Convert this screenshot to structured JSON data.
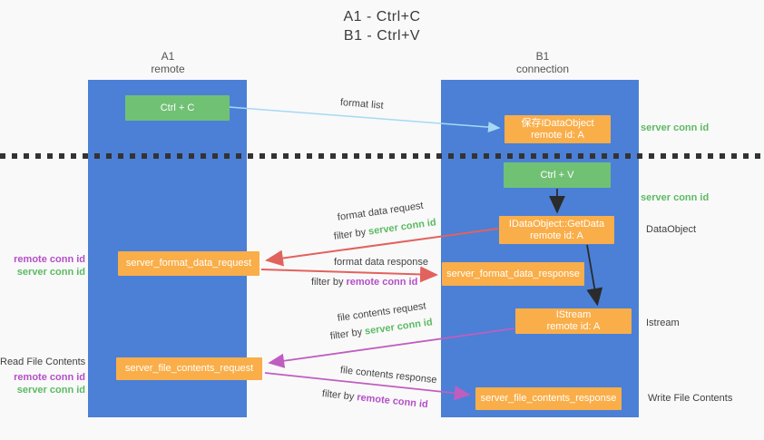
{
  "title": {
    "line1": "A1 - Ctrl+C",
    "line2": "B1 - Ctrl+V"
  },
  "lanes": {
    "a": {
      "name": "A1",
      "role": "remote"
    },
    "b": {
      "name": "B1",
      "role": "connection"
    }
  },
  "nodes": {
    "ctrl_c": "Ctrl + C",
    "ctrl_v": "Ctrl + V",
    "save_dataobject": {
      "line1": "保存IDataObject",
      "line2": "remote id: A"
    },
    "getdata": {
      "line1": "IDataObject::GetData",
      "line2": "remote id: A"
    },
    "istream": {
      "line1": "IStream",
      "line2": "remote id: A"
    },
    "format_request": "server_format_data_request",
    "format_response": "server_format_data_response",
    "file_request": "server_file_contents_request",
    "file_response": "server_file_contents_response"
  },
  "labels": {
    "format_list": "format list",
    "format_data_request": "format data request",
    "format_data_response": "format data response",
    "file_contents_request": "file contents request",
    "file_contents_response": "file contents response",
    "filter_by": "filter by",
    "server_conn_id": "server conn id",
    "remote_conn_id": "remote conn id",
    "dataobject": "DataObject",
    "istream": "Istream",
    "read_file_contents": "Read File Contents",
    "write_file_contents": "Write File Contents"
  },
  "colors": {
    "lane_blue": "#4b80d6",
    "node_green": "#71c175",
    "node_orange": "#f9ae49",
    "arrow_red": "#e2625d",
    "arrow_magenta": "#bf5ebf",
    "arrow_blue": "#a6d9f2",
    "arrow_black": "#2b2b2b",
    "text_green": "#5cba63",
    "text_purple": "#b44fc8",
    "background": "#f9f9f9"
  }
}
